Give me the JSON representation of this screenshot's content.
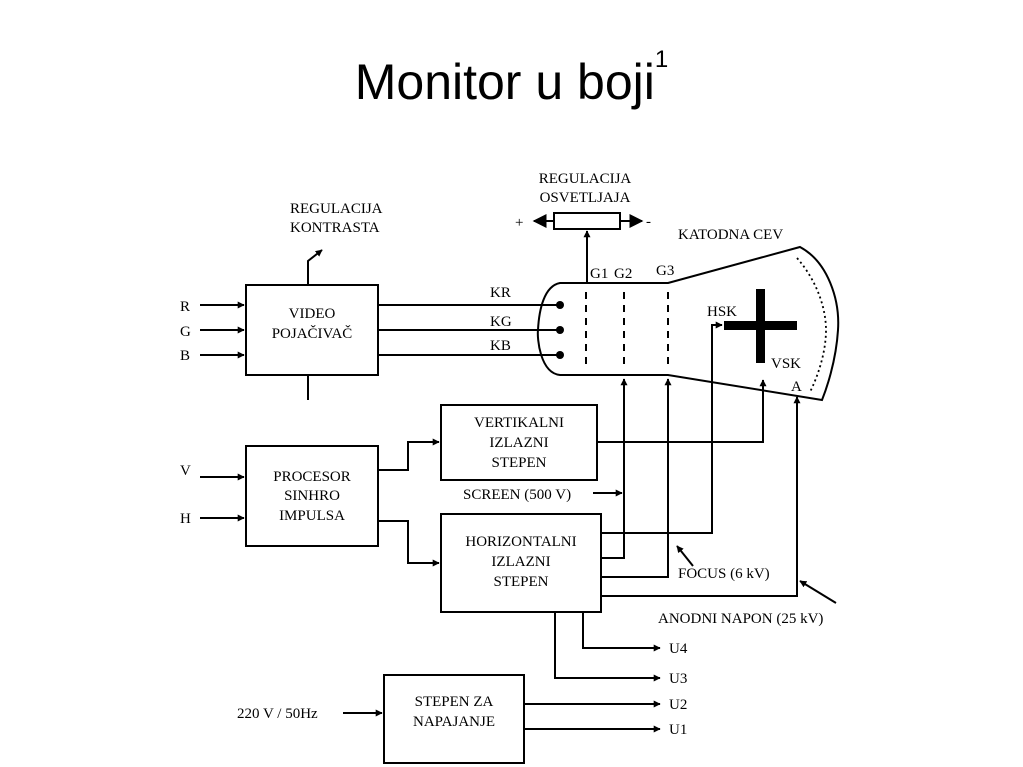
{
  "title": {
    "text": "Monitor u boji",
    "sup": "1"
  },
  "inputs": {
    "r": "R",
    "g": "G",
    "b": "B",
    "v": "V",
    "h": "H",
    "mains": "220 V / 50Hz"
  },
  "blocks": {
    "video": [
      "VIDEO",
      "POJAČIVAČ"
    ],
    "processor": [
      "PROCESOR",
      "SINHRO",
      "IMPULSA"
    ],
    "vertical": [
      "VERTIKALNI",
      "IZLAZNI",
      "STEPEN"
    ],
    "horizontal": [
      "HORIZONTALNI",
      "IZLAZNI",
      "STEPEN"
    ],
    "power": [
      "STEPEN ZA",
      "NAPAJANJE"
    ]
  },
  "labels": {
    "contrast": [
      "REGULACIJA",
      "KONTRASTA"
    ],
    "brightness": [
      "REGULACIJA",
      "OSVETLJAJA"
    ],
    "plus": "+",
    "minus": "-",
    "crt": "KATODNA CEV",
    "kr": "KR",
    "kg": "KG",
    "kb": "KB",
    "g1": "G1",
    "g2": "G2",
    "g3": "G3",
    "hsk": "HSK",
    "vsk": "VSK",
    "anode": "A",
    "screen": "SCREEN (500 V)",
    "focus": "FOCUS (6 kV)",
    "anode_voltage": "ANODNI NAPON (25 kV)",
    "u4": "U4",
    "u3": "U3",
    "u2": "U2",
    "u1": "U1"
  }
}
